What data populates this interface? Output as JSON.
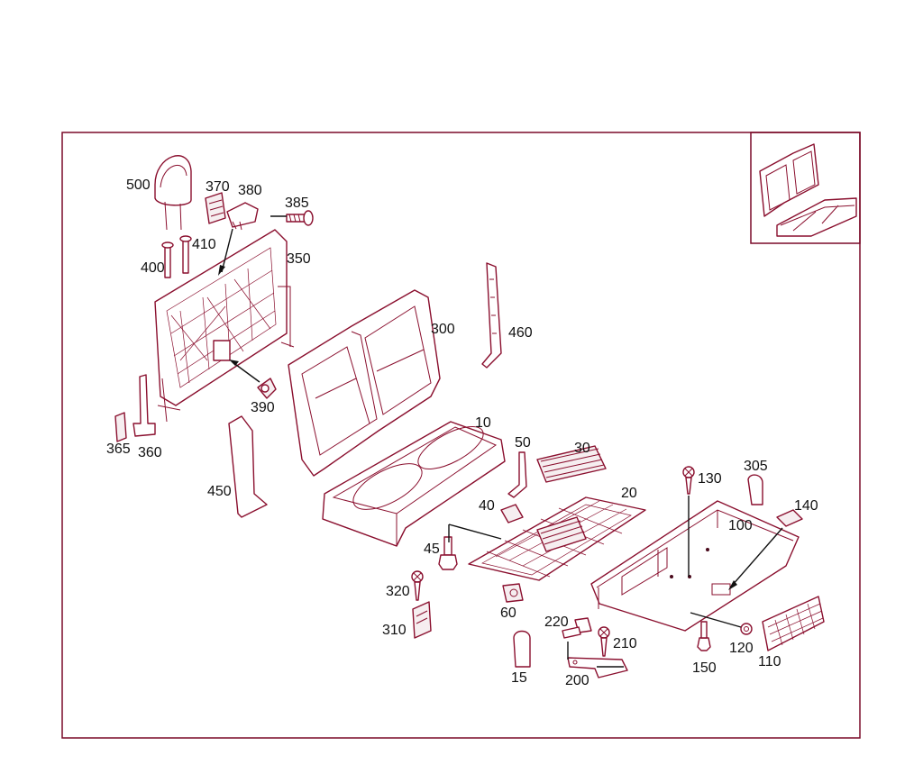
{
  "colors": {
    "line": "#8a0f2e",
    "frame": "#7a0a28",
    "text": "#111111"
  },
  "callouts": {
    "c500": "500",
    "c370": "370",
    "c380": "380",
    "c385": "385",
    "c410": "410",
    "c400": "400",
    "c350": "350",
    "c390": "390",
    "c365": "365",
    "c360": "360",
    "c450": "450",
    "c300": "300",
    "c460": "460",
    "c10": "10",
    "c50": "50",
    "c30": "30",
    "c40": "40",
    "c20": "20",
    "c45": "45",
    "c320": "320",
    "c310": "310",
    "c60": "60",
    "c220": "220",
    "c210": "210",
    "c15": "15",
    "c200": "200",
    "c130": "130",
    "c305": "305",
    "c140": "140",
    "c100": "100",
    "c120": "120",
    "c110": "110",
    "c150": "150"
  }
}
